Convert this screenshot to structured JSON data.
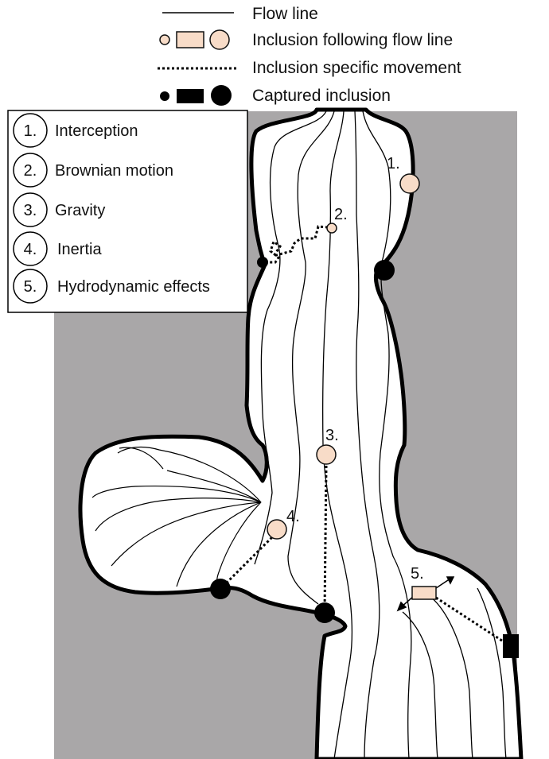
{
  "legend": {
    "flow_line": "Flow line",
    "inclusion_following": "Inclusion following flow line",
    "specific_movement": "Inclusion specific movement",
    "captured": "Captured inclusion"
  },
  "mechanisms": [
    {
      "number": "1.",
      "label": "Interception"
    },
    {
      "number": "2.",
      "label": "Brownian motion"
    },
    {
      "number": "3.",
      "label": "Gravity"
    },
    {
      "number": "4.",
      "label": "Inertia"
    },
    {
      "number": "5.",
      "label": "Hydrodynamic effects"
    }
  ],
  "markers": {
    "m1": "1.",
    "m2": "2.",
    "m3": "3.",
    "m4": "4.",
    "m5": "5."
  },
  "colors": {
    "background_wall": "#a9a7a8",
    "pore": "#ffffff",
    "inclusion": "#f8dcc8",
    "captured": "#000000"
  }
}
